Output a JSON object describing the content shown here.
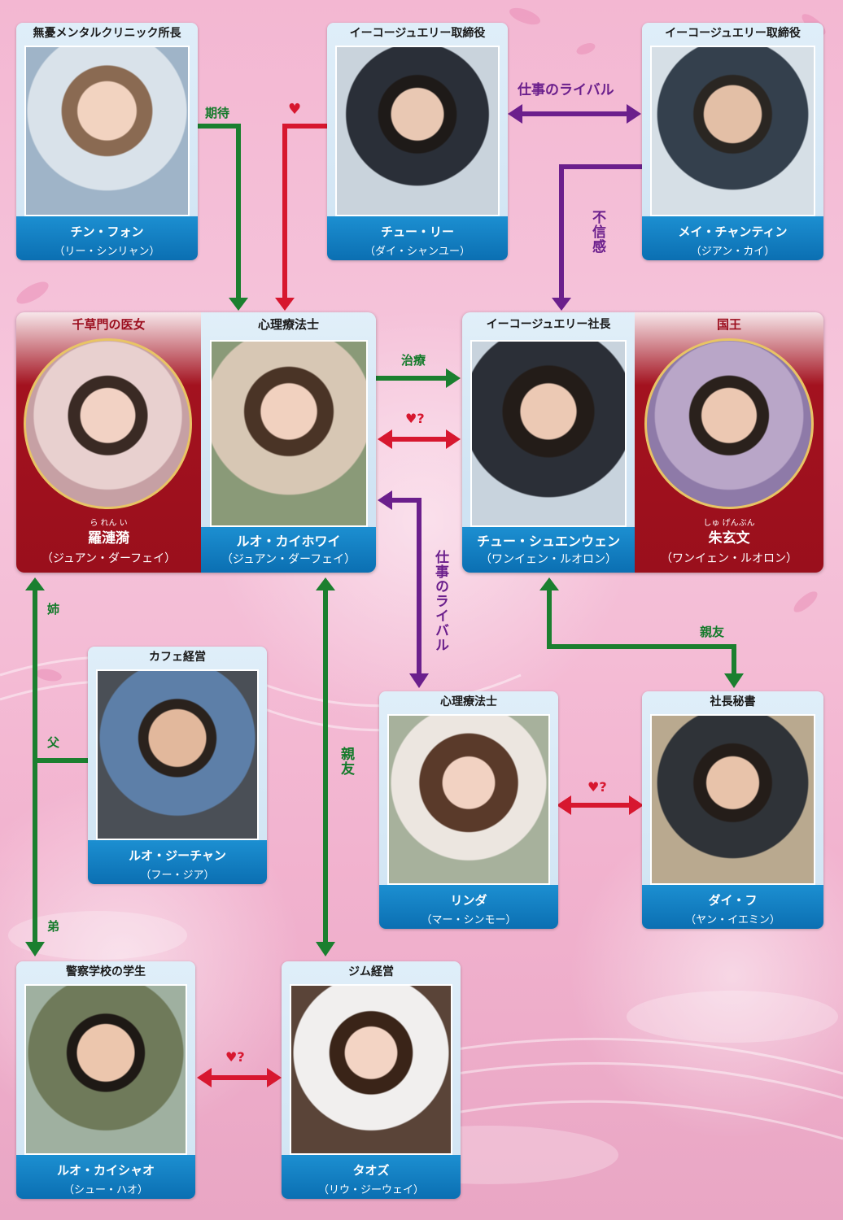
{
  "colors": {
    "green": "#1b7f2f",
    "purple": "#6b1f8c",
    "red": "#d7172f",
    "card_blue": "#0b6fb2",
    "panel_red": "#9a0f1c"
  },
  "cards": {
    "chin_fon": {
      "role": "無憂メンタルクリニック所長",
      "name": "チン・フォン",
      "actor": "（リー・シンリャン）"
    },
    "chu_ri": {
      "role": "イーコージュエリー取締役",
      "name": "チュー・リー",
      "actor": "（ダイ・シャンユー）"
    },
    "mei": {
      "role": "イーコージュエリー取締役",
      "name": "メイ・チャンティン",
      "actor": "（ジアン・カイ）"
    },
    "cafe": {
      "role": "カフェ経営",
      "name": "ルオ・ジーチャン",
      "actor": "（フー・ジア）"
    },
    "linda": {
      "role": "心理療法士",
      "name": "リンダ",
      "actor": "（マー・シンモー）"
    },
    "daifu": {
      "role": "社長秘書",
      "name": "ダイ・フ",
      "actor": "（ヤン・イエミン）"
    },
    "student": {
      "role": "警察学校の学生",
      "name": "ルオ・カイシャオ",
      "actor": "（シュー・ハオ）"
    },
    "gym": {
      "role": "ジム経営",
      "name": "タオズ",
      "actor": "（リウ・ジーウェイ）"
    }
  },
  "panels": {
    "left": {
      "red_role": "千草門の医女",
      "red_ruby": "ら れん い",
      "red_name": "羅漣漪",
      "red_actor": "（ジュアン・ダーフェイ）",
      "blue_role": "心理療法士",
      "blue_name": "ルオ・カイホワイ",
      "blue_actor": "（ジュアン・ダーフェイ）"
    },
    "right": {
      "blue_role": "イーコージュエリー社長",
      "blue_name": "チュー・シュエンウェン",
      "blue_actor": "（ワンイェン・ルオロン）",
      "red_role": "国王",
      "red_ruby": "しゅ げんぶん",
      "red_name": "朱玄文",
      "red_actor": "（ワンイェン・ルオロン）"
    }
  },
  "relations": {
    "kitai": "期待",
    "heart": "♥",
    "rival_top": "仕事のライバル",
    "fushinkan": "不信感",
    "chiryo": "治療",
    "heart_q": "♥?",
    "rival_mid": "仕事のライバル",
    "shinyu_right": "親友",
    "shinyu_left": "親友",
    "ane": "姉",
    "chichi": "父",
    "otouto": "弟"
  }
}
